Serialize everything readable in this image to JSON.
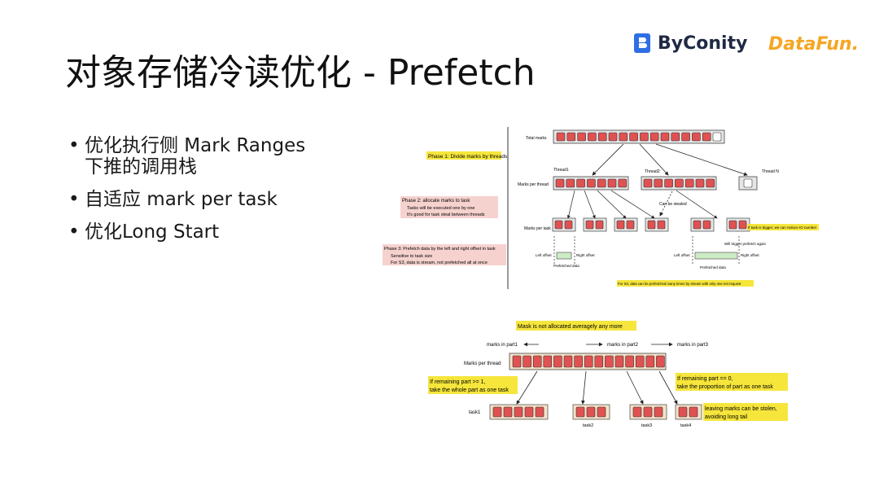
{
  "title": "对象存储冷读优化 - Prefetch",
  "logos": {
    "byconity": "ByConity",
    "datafun": "DataFun."
  },
  "bullets": [
    "优化执行侧 Mark Ranges\n下推的调用栈",
    "自适应 mark per task",
    "优化Long Start"
  ],
  "diagram1": {
    "phase1": "Phase 1: Divide marks by threads",
    "phase2": "Phase 2: allocate marks to task",
    "phase2_items": [
      "Tasks will be executed one by one",
      "It's good for task steal between threads"
    ],
    "phase3": "Phase 3: Prefetch data by the left and right offset in task",
    "phase3_items": [
      "Sensitive to task size",
      "For S3, data is stream, not prefetched all at once"
    ],
    "total_marks": "Total marks",
    "thread1": "Thread1",
    "thread2": "Thread2",
    "threadN": "Thread N",
    "marks_per_thread": "Marks per thread",
    "can_be_stealed": "Can be stealed",
    "marks_per_task": "Marks per task",
    "bigger_note": "If task is bigger, we can reduce IO number",
    "trigger_note": "Will trigger prefetch again",
    "left_offset": "Left offset",
    "right_offset": "Right offset",
    "prefetched_data": "Prefetched data",
    "s3_note": "For S3, data can be prefetched many times by stream with only one net request"
  },
  "diagram2": {
    "mask_note": "Mask is not allocated averagely any more",
    "part1": "marks in part1",
    "part2": "marks in part2",
    "part3": "marks in part3",
    "marks_per_thread": "Marks per thread",
    "left_note_1": "If remaining part >= 1,",
    "left_note_2": "take the whole part as one task",
    "right_note_1": "If remaining part == 0,",
    "right_note_2": "take the proportion of part as one task",
    "steal_note_1": "leaving marks can be stolen,",
    "steal_note_2": "avoiding long tail",
    "task1": "task1",
    "task2": "task2",
    "task3": "task3",
    "task4": "task4"
  },
  "colors": {
    "mark_red": "#e05252",
    "highlight": "#f6e63c",
    "pink": "#f6d2cf",
    "box": "#e6e6e6"
  }
}
